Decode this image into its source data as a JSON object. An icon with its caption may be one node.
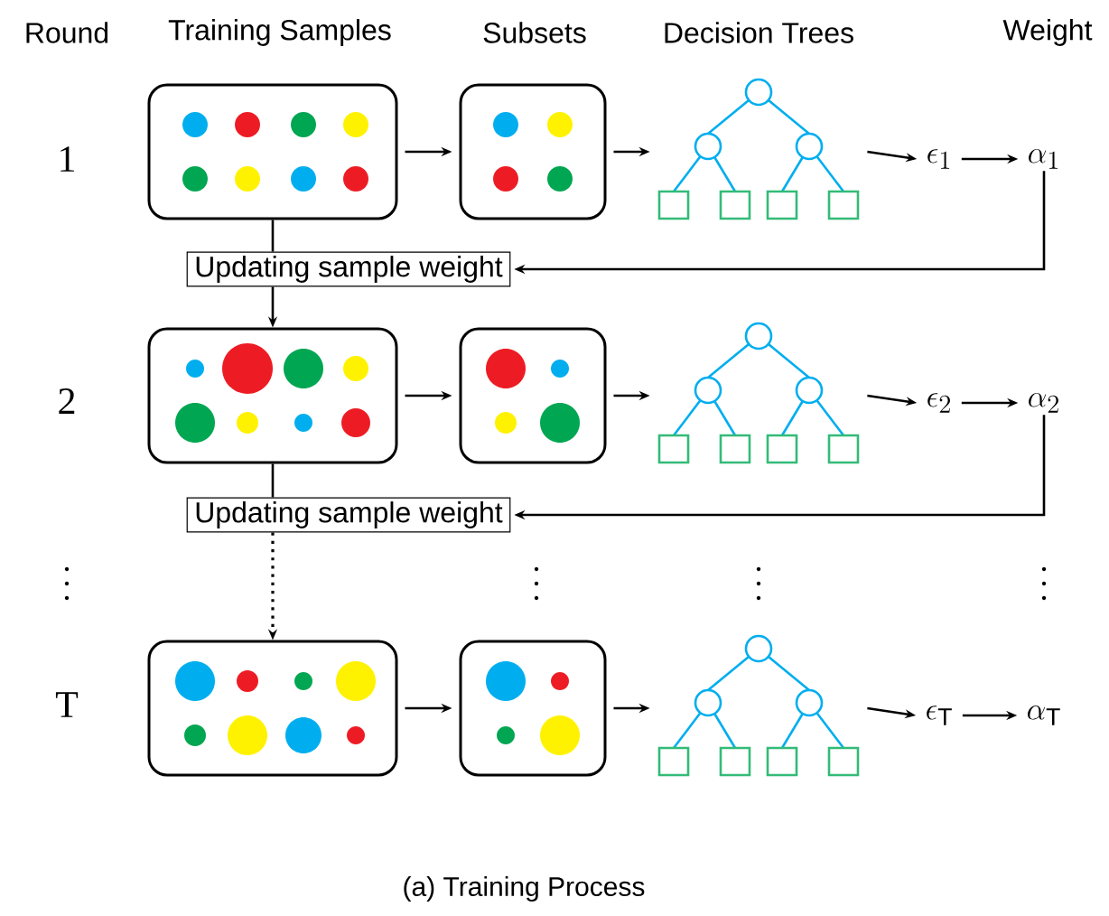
{
  "diagram": {
    "caption": "(a) Training Process",
    "nodes": [
      {
        "text": [],
        "shape": "box"
      },
      {
        "text": [],
        "shape": "box"
      },
      {
        "text": [],
        "shape": "tree"
      },
      {
        "text": [
          "\\epsilon_{1}"
        ]
      },
      {
        "text": [
          "\\alpha_{1}"
        ]
      },
      {
        "text": [
          "Updating sample weight"
        ]
      },
      {
        "text": [],
        "shape": "box"
      },
      {
        "text": [],
        "shape": "box"
      },
      {
        "text": [],
        "shape": "tree"
      },
      {
        "text": [
          "\\epsilon_{2}"
        ]
      },
      {
        "text": [
          "\\alpha_{2}"
        ]
      },
      {
        "text": [
          "Updating sample weight"
        ]
      },
      {
        "text": [],
        "shape": "box"
      },
      {
        "text": [],
        "shape": "box"
      },
      {
        "text": [],
        "shape": "tree"
      },
      {
        "text": [
          "\\epsilon_{\\mathrm{T}}"
        ]
      },
      {
        "text": [
          "\\alpha_{\\mathrm{T}}"
        ]
      }
    ],
    "edges": [
      {
        "from": 0,
        "to": 1,
        "arrow": "to"
      },
      {
        "from": 1,
        "to": 2,
        "arrow": "to"
      },
      {
        "from": 2,
        "to": 3,
        "arrow": "to"
      },
      {
        "from": 3,
        "to": 4,
        "arrow": "to"
      },
      {
        "from": 0,
        "to": 5,
        "arrow": "none"
      },
      {
        "from": 4,
        "to": 5,
        "arrow": "to"
      },
      {
        "from": 5,
        "to": 6,
        "arrow": "to"
      },
      {
        "from": 6,
        "to": 7,
        "arrow": "to"
      },
      {
        "from": 7,
        "to": 8,
        "arrow": "to"
      },
      {
        "from": 8,
        "to": 9,
        "arrow": "to"
      },
      {
        "from": 9,
        "to": 10,
        "arrow": "to"
      },
      {
        "from": 6,
        "to": 11,
        "arrow": "none"
      },
      {
        "from": 10,
        "to": 11,
        "arrow": "to"
      },
      {
        "from": 11,
        "to": 12,
        "arrow": "to",
        "style": "dashed"
      },
      {
        "from": 12,
        "to": 13,
        "arrow": "to"
      },
      {
        "from": 13,
        "to": 14,
        "arrow": "to"
      },
      {
        "from": 14,
        "to": 15,
        "arrow": "to"
      },
      {
        "from": 15,
        "to": 16,
        "arrow": "to"
      }
    ],
    "labels": [
      "Round",
      "Training Samples",
      "Subsets",
      "Decision Trees",
      "Weight",
      "1",
      "2",
      "T"
    ]
  }
}
